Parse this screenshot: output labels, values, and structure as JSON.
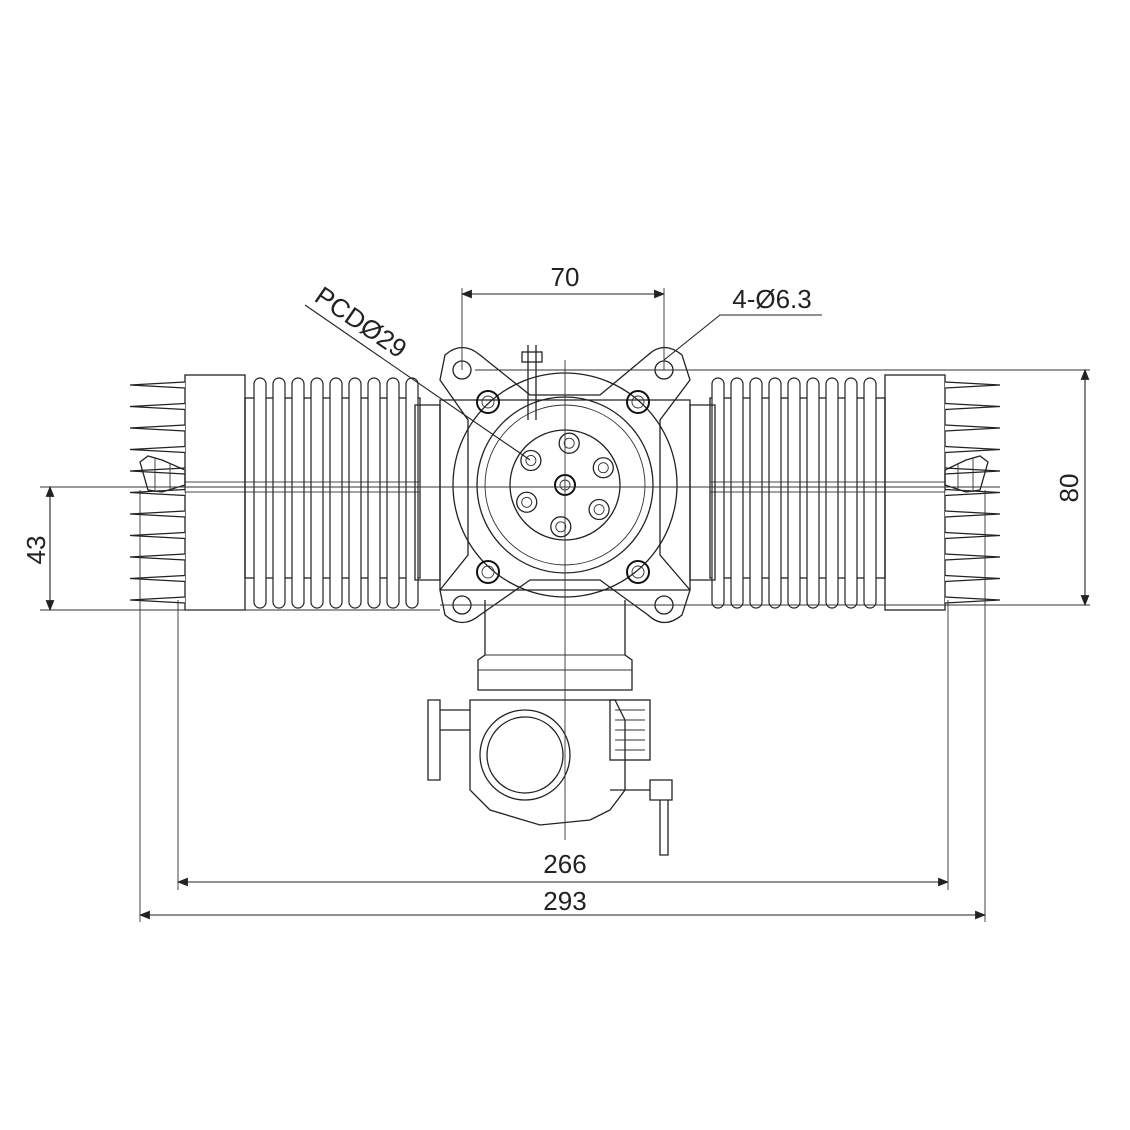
{
  "title": "Twin-cylinder engine front view dimension drawing",
  "dimensions": {
    "mount_spacing": "70",
    "mount_holes": "4-Ø6.3",
    "pcd": "PCDØ29",
    "mount_height": "80",
    "center_height": "43",
    "cylinder_width": "266",
    "overall_width": "293"
  },
  "colors": {
    "line": "#222222",
    "background": "#ffffff"
  }
}
